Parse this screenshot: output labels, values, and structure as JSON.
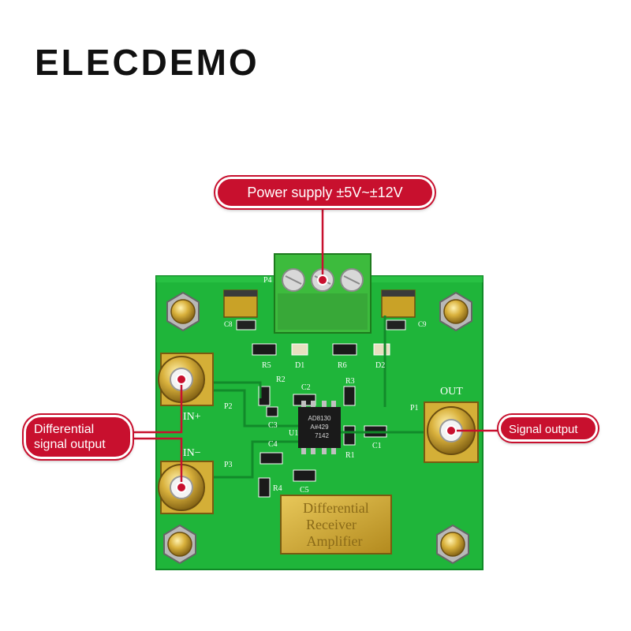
{
  "brand": "ELECDEMO",
  "callouts": {
    "power": "Power supply ±5V~±12V",
    "differential_line1": "Differential",
    "differential_line2": "signal output",
    "signal": "Signal output"
  },
  "silkscreen": {
    "in_plus": "IN+",
    "in_minus": "IN−",
    "out": "OUT",
    "p1": "P1",
    "p2": "P2",
    "p3": "P3",
    "p4": "P4",
    "r1": "R1",
    "r2": "R2",
    "r3": "R3",
    "r4": "R4",
    "r5": "R5",
    "r6": "R6",
    "c1": "C1",
    "c2": "C2",
    "c3": "C3",
    "c4": "C4",
    "c5": "C5",
    "c8": "C8",
    "c9": "C9",
    "d1": "D1",
    "d2": "D2",
    "u1": "U1"
  },
  "chip": {
    "line1": "AD8130",
    "line2": "A#429",
    "line3": "7142"
  },
  "plate": {
    "line1": "Differential",
    "line2": "Receiver",
    "line3": "Amplifier"
  },
  "colors": {
    "accent": "#c8102e",
    "pcb": "#1fb53a",
    "gold": "#c9a227"
  }
}
